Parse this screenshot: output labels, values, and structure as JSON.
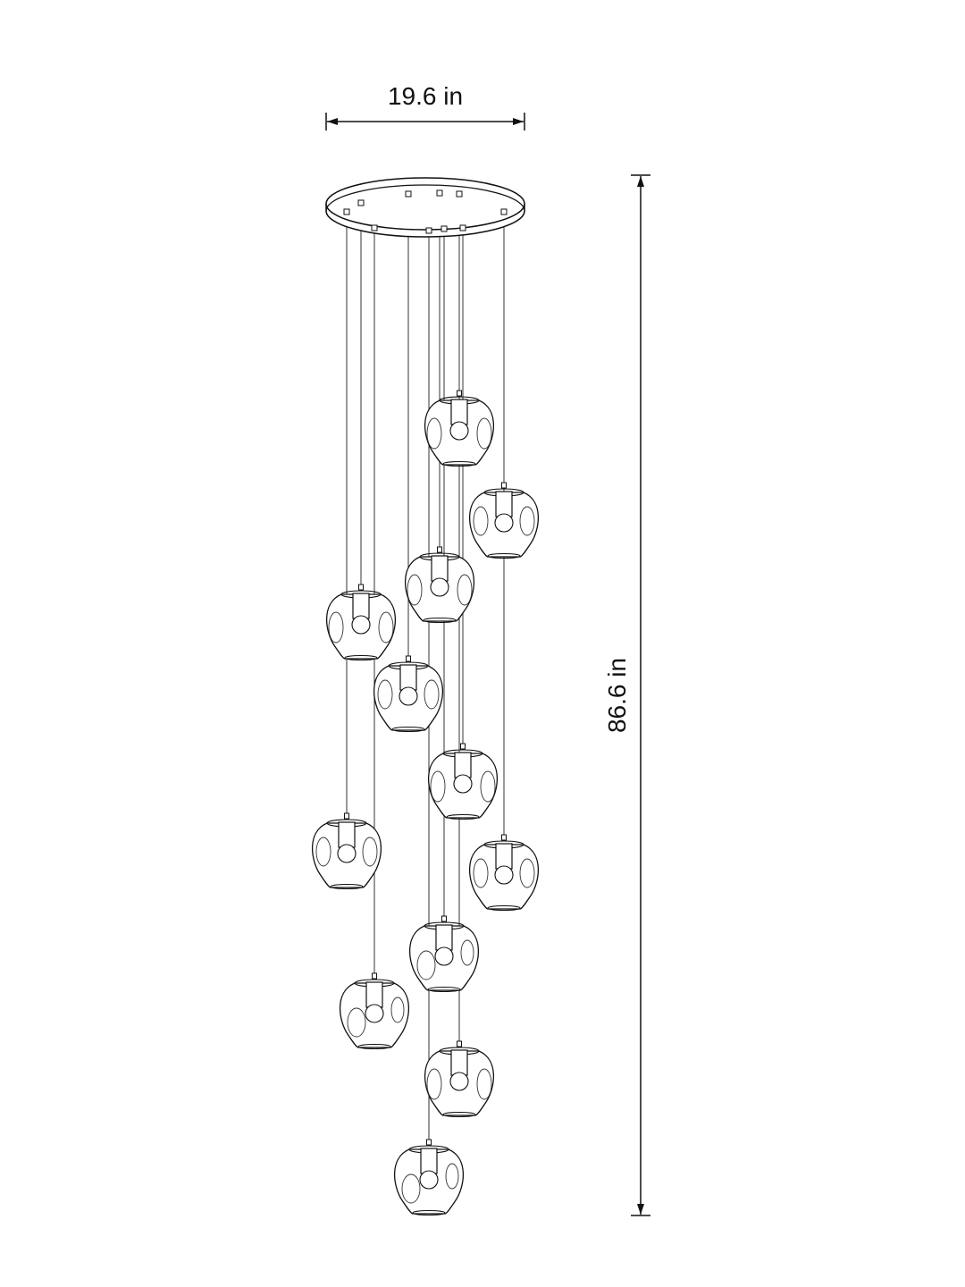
{
  "dimensions": {
    "width_label": "19.6 in",
    "height_label": "86.6 in"
  },
  "pendant_count": 12,
  "colors": {
    "line": "#111111",
    "background": "#ffffff"
  }
}
